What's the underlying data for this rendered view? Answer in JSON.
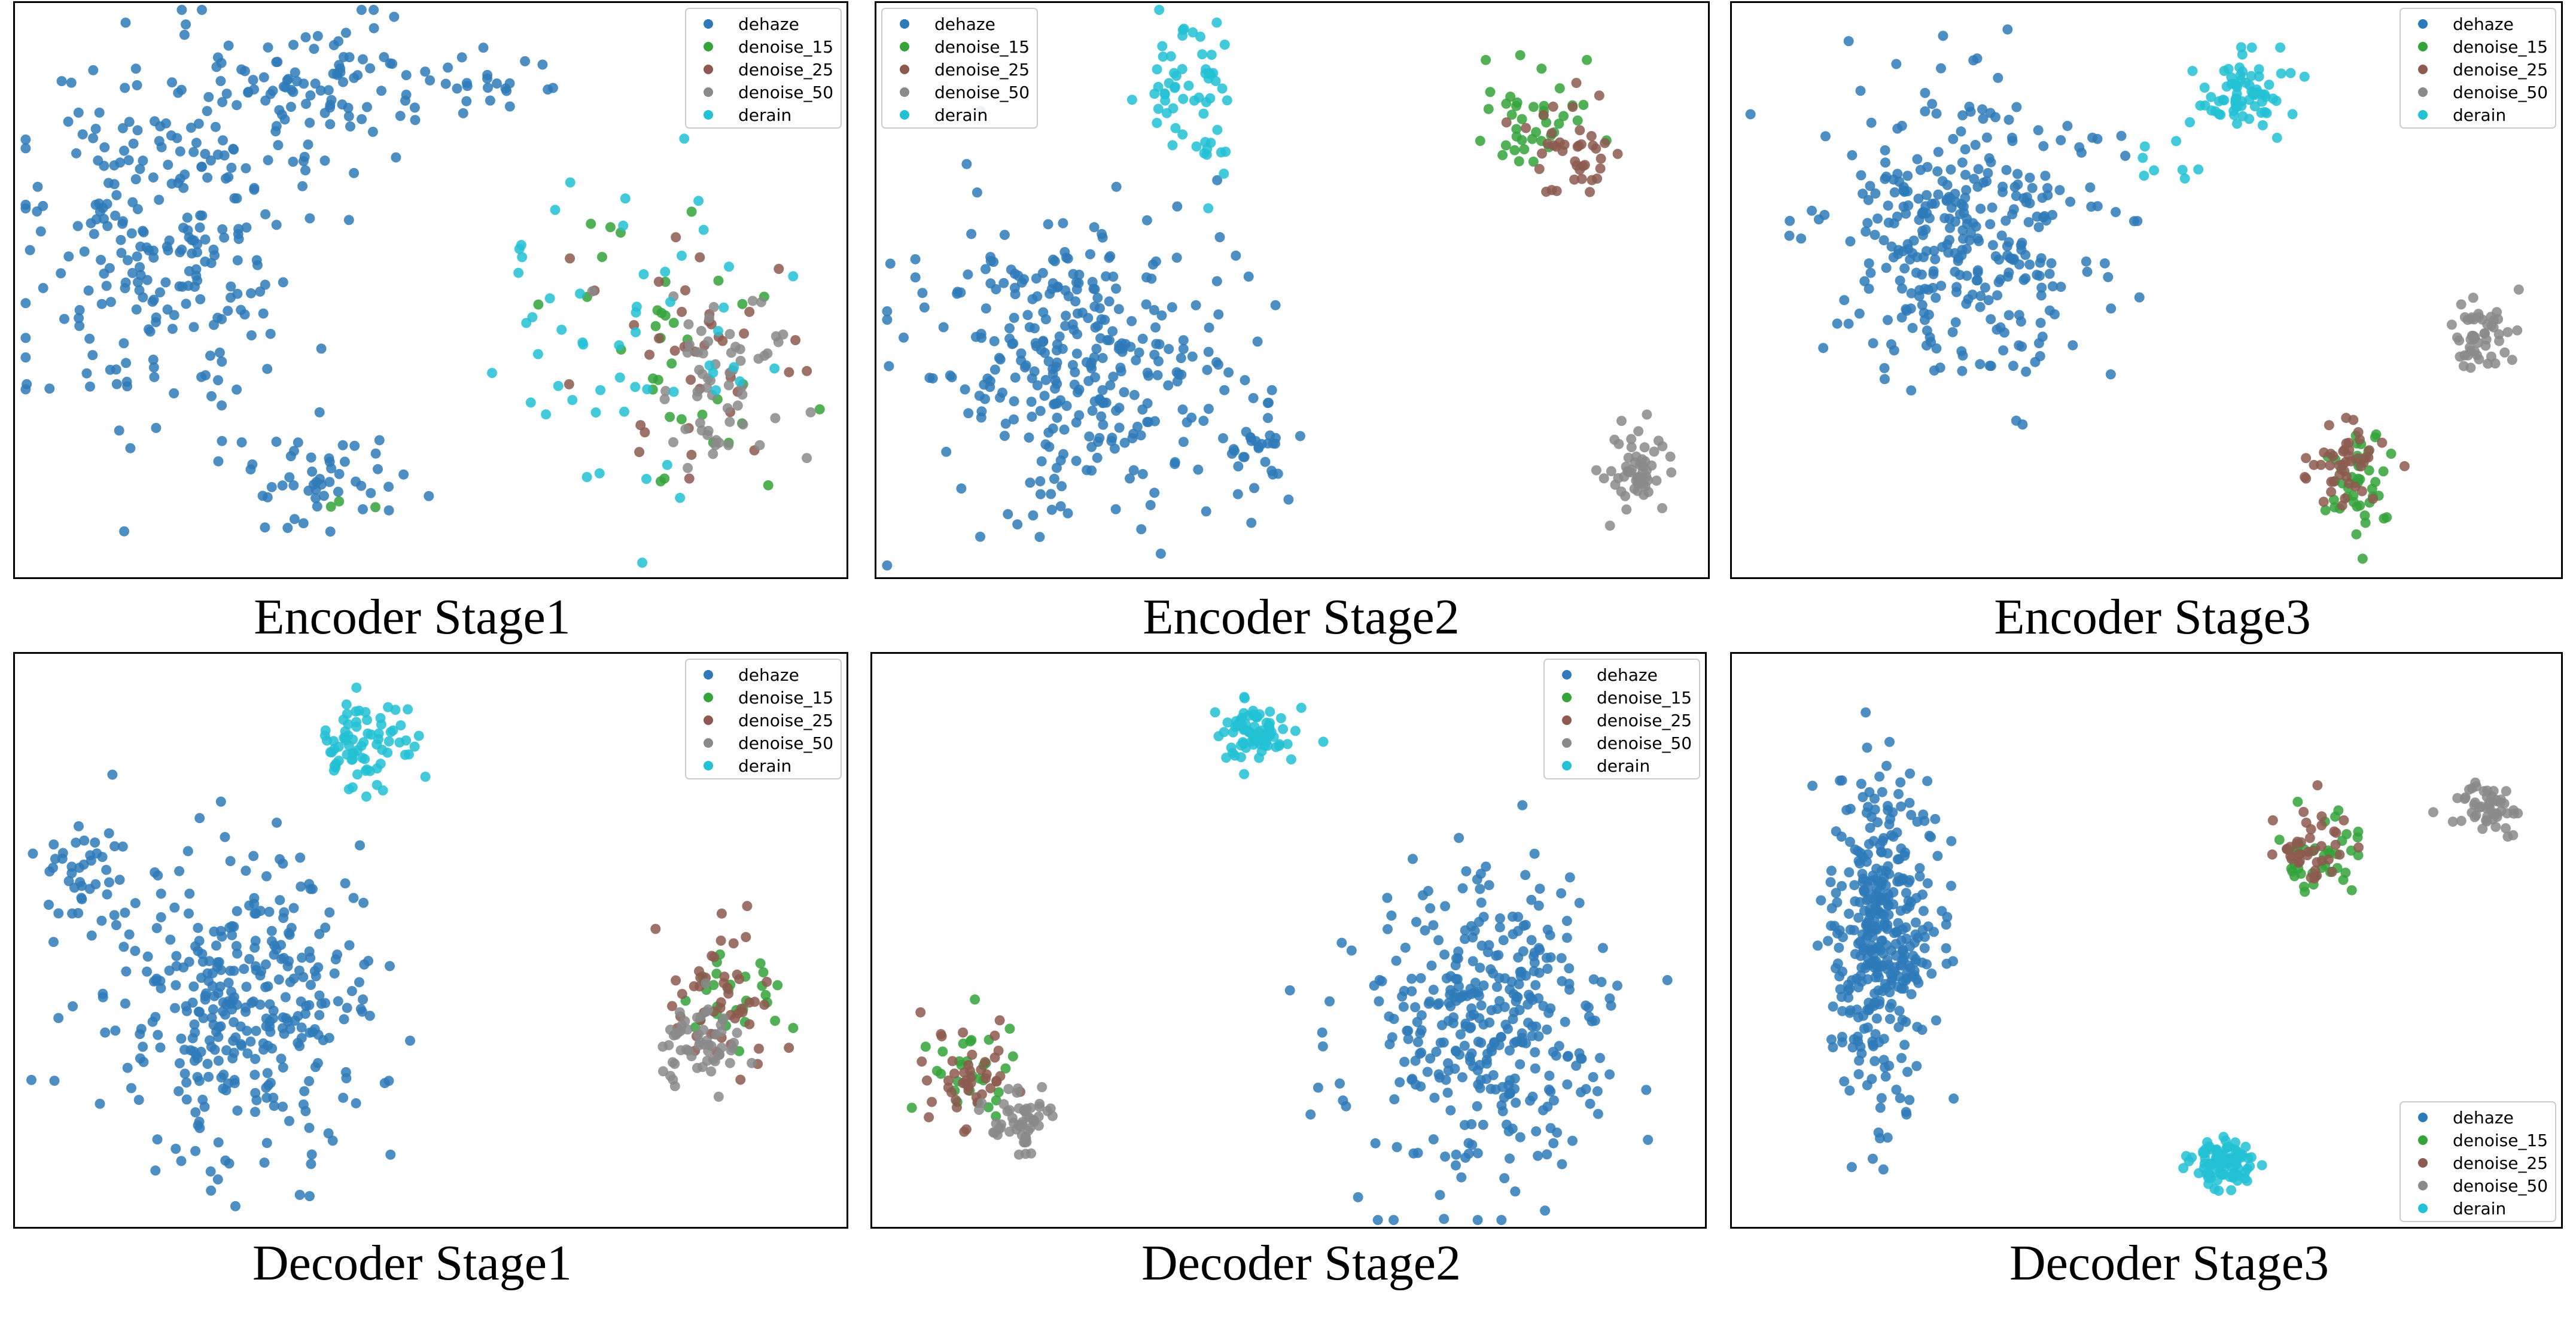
{
  "figure": {
    "series_colors": {
      "dehaze": "#2e7ab8",
      "denoise_15": "#34a33a",
      "denoise_25": "#8c5a4f",
      "denoise_50": "#8a8a8a",
      "derain": "#22c1d4"
    }
  },
  "chart_data": [
    {
      "type": "scatter",
      "title": "Encoder Stage1",
      "legend": "top-right",
      "axes_visible": false,
      "series": [
        {
          "name": "dehaze",
          "clusters": [
            [
              0.18,
              0.42,
              0.17,
              0.33,
              260
            ],
            [
              0.36,
              0.15,
              0.12,
              0.13,
              90
            ],
            [
              0.37,
              0.83,
              0.08,
              0.08,
              50
            ],
            [
              0.57,
              0.14,
              0.08,
              0.06,
              25
            ]
          ]
        },
        {
          "name": "denoise_15",
          "clusters": [
            [
              0.8,
              0.62,
              0.14,
              0.22,
              35
            ],
            [
              0.4,
              0.88,
              0.04,
              0.03,
              3
            ]
          ]
        },
        {
          "name": "denoise_25",
          "clusters": [
            [
              0.82,
              0.62,
              0.13,
              0.23,
              40
            ]
          ]
        },
        {
          "name": "denoise_50",
          "clusters": [
            [
              0.84,
              0.65,
              0.09,
              0.16,
              60
            ]
          ]
        },
        {
          "name": "derain",
          "clusters": [
            [
              0.75,
              0.58,
              0.19,
              0.28,
              55
            ]
          ]
        }
      ]
    },
    {
      "type": "scatter",
      "title": "Encoder Stage2",
      "legend": "top-left",
      "axes_visible": false,
      "series": [
        {
          "name": "dehaze",
          "clusters": [
            [
              0.24,
              0.62,
              0.18,
              0.27,
              330
            ],
            [
              0.46,
              0.76,
              0.04,
              0.08,
              30
            ]
          ]
        },
        {
          "name": "denoise_15",
          "clusters": [
            [
              0.79,
              0.21,
              0.06,
              0.11,
              40
            ]
          ]
        },
        {
          "name": "denoise_25",
          "clusters": [
            [
              0.83,
              0.25,
              0.06,
              0.11,
              40
            ]
          ]
        },
        {
          "name": "denoise_50",
          "clusters": [
            [
              0.91,
              0.81,
              0.04,
              0.06,
              55
            ]
          ]
        },
        {
          "name": "derain",
          "clusters": [
            [
              0.38,
              0.16,
              0.06,
              0.13,
              60
            ]
          ]
        }
      ]
    },
    {
      "type": "scatter",
      "title": "Encoder Stage3",
      "legend": "top-right",
      "axes_visible": false,
      "series": [
        {
          "name": "dehaze",
          "clusters": [
            [
              0.28,
              0.4,
              0.17,
              0.26,
              340
            ]
          ]
        },
        {
          "name": "denoise_15",
          "clusters": [
            [
              0.75,
              0.83,
              0.05,
              0.09,
              45
            ]
          ]
        },
        {
          "name": "denoise_25",
          "clusters": [
            [
              0.74,
              0.8,
              0.05,
              0.09,
              45
            ]
          ]
        },
        {
          "name": "denoise_50",
          "clusters": [
            [
              0.9,
              0.57,
              0.04,
              0.06,
              50
            ]
          ]
        },
        {
          "name": "derain",
          "clusters": [
            [
              0.62,
              0.15,
              0.05,
              0.07,
              70
            ],
            [
              0.52,
              0.28,
              0.05,
              0.04,
              8
            ]
          ]
        }
      ]
    },
    {
      "type": "scatter",
      "title": "Decoder Stage1",
      "legend": "top-right",
      "axes_visible": false,
      "series": [
        {
          "name": "dehaze",
          "clusters": [
            [
              0.28,
              0.63,
              0.16,
              0.26,
              350
            ],
            [
              0.09,
              0.38,
              0.06,
              0.09,
              40
            ]
          ]
        },
        {
          "name": "denoise_15",
          "clusters": [
            [
              0.86,
              0.6,
              0.06,
              0.1,
              30
            ]
          ]
        },
        {
          "name": "denoise_25",
          "clusters": [
            [
              0.85,
              0.61,
              0.07,
              0.12,
              50
            ]
          ]
        },
        {
          "name": "denoise_50",
          "clusters": [
            [
              0.82,
              0.68,
              0.05,
              0.08,
              55
            ]
          ]
        },
        {
          "name": "derain",
          "clusters": [
            [
              0.42,
              0.16,
              0.06,
              0.08,
              75
            ]
          ]
        }
      ]
    },
    {
      "type": "scatter",
      "title": "Decoder Stage2",
      "legend": "top-right",
      "axes_visible": false,
      "series": [
        {
          "name": "dehaze",
          "clusters": [
            [
              0.74,
              0.64,
              0.16,
              0.26,
              360
            ]
          ]
        },
        {
          "name": "denoise_15",
          "clusters": [
            [
              0.12,
              0.72,
              0.05,
              0.08,
              30
            ]
          ]
        },
        {
          "name": "denoise_25",
          "clusters": [
            [
              0.12,
              0.74,
              0.06,
              0.1,
              45
            ]
          ]
        },
        {
          "name": "denoise_50",
          "clusters": [
            [
              0.18,
              0.81,
              0.04,
              0.06,
              50
            ]
          ]
        },
        {
          "name": "derain",
          "clusters": [
            [
              0.46,
              0.14,
              0.04,
              0.05,
              80
            ]
          ]
        }
      ]
    },
    {
      "type": "scatter",
      "title": "Decoder Stage3",
      "legend": "bottom-right",
      "axes_visible": false,
      "series": [
        {
          "name": "dehaze",
          "clusters": [
            [
              0.18,
              0.49,
              0.06,
              0.28,
              380
            ]
          ]
        },
        {
          "name": "denoise_15",
          "clusters": [
            [
              0.71,
              0.35,
              0.05,
              0.06,
              40
            ]
          ]
        },
        {
          "name": "denoise_25",
          "clusters": [
            [
              0.7,
              0.34,
              0.05,
              0.07,
              40
            ]
          ]
        },
        {
          "name": "denoise_50",
          "clusters": [
            [
              0.91,
              0.27,
              0.04,
              0.04,
              50
            ]
          ]
        },
        {
          "name": "derain",
          "clusters": [
            [
              0.59,
              0.89,
              0.04,
              0.04,
              90
            ]
          ]
        }
      ]
    }
  ]
}
